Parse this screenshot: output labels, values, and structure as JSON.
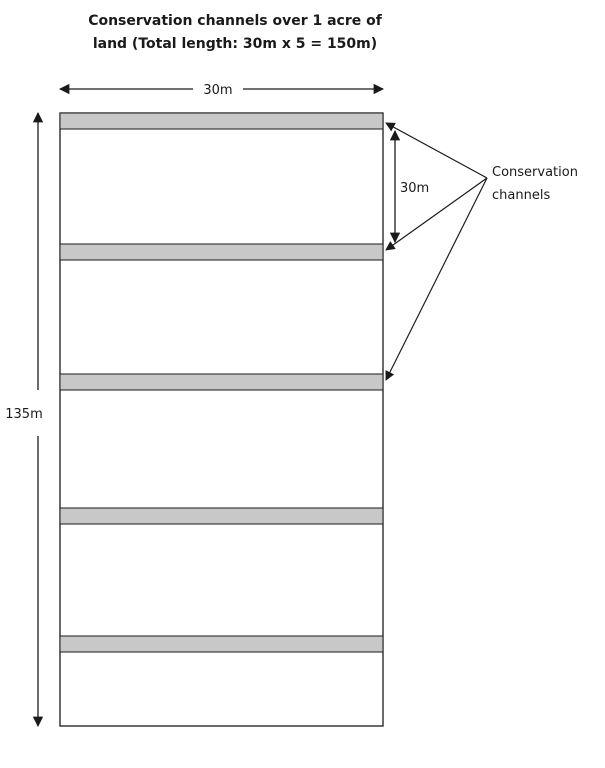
{
  "title": {
    "line1": "Conservation channels over 1 acre of",
    "line2": "land (Total length: 30m x 5 = 150m)"
  },
  "dimensions": {
    "width_label": "30m",
    "height_label": "135m",
    "spacing_label": "30m"
  },
  "callout": {
    "line1": "Conservation",
    "line2": "channels"
  },
  "channel_count": 5,
  "colors": {
    "channel_fill": "#c8c8c8",
    "stroke": "#1a1a1a"
  }
}
